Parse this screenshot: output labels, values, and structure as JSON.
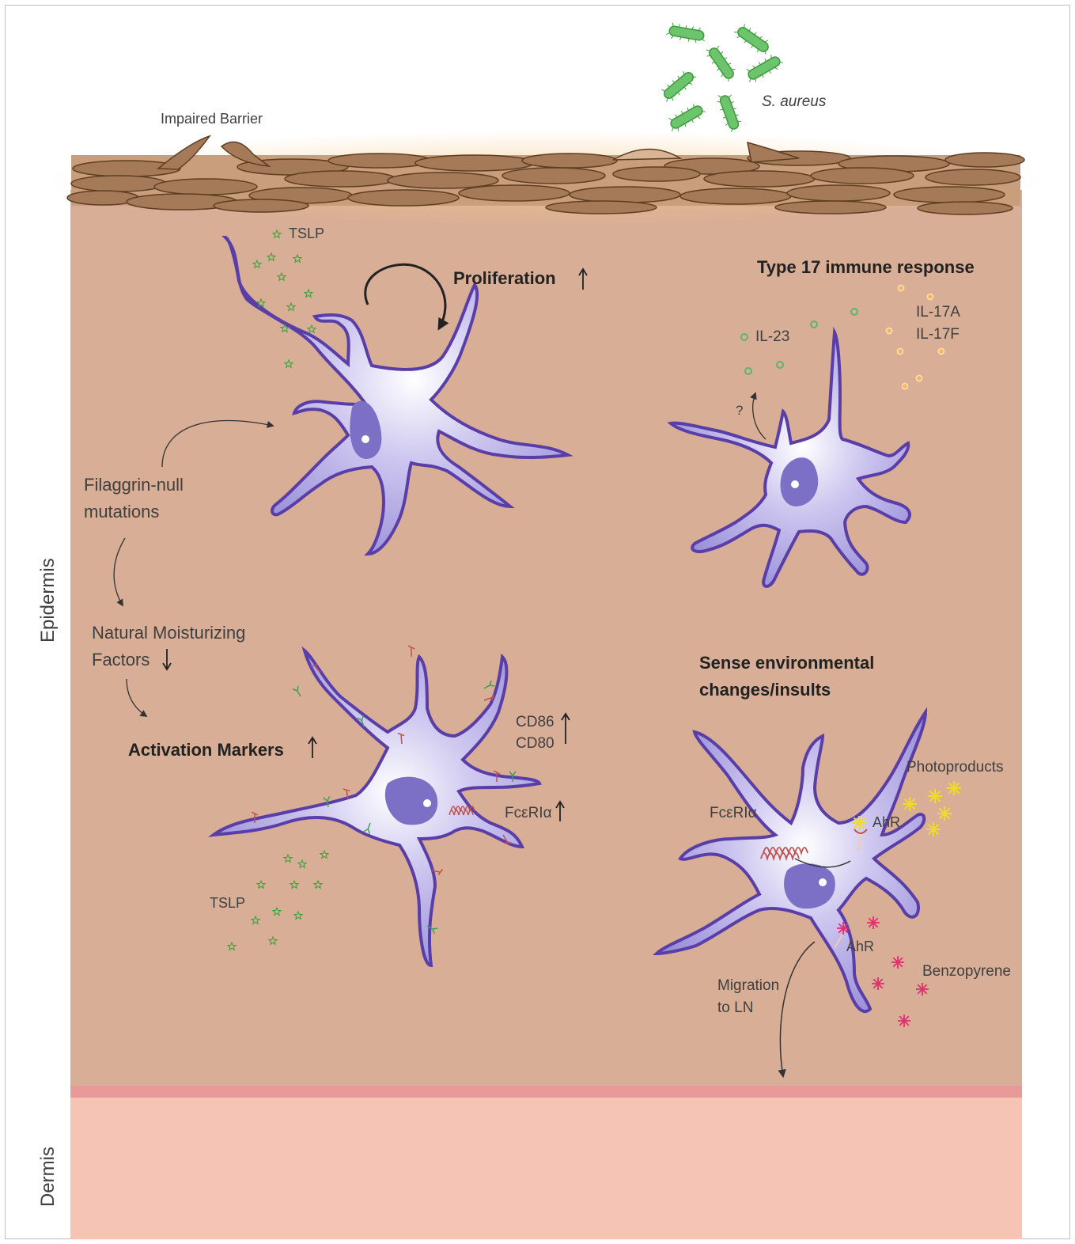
{
  "layers": {
    "epidermis": "Epidermis",
    "dermis": "Dermis"
  },
  "labels": {
    "impaired_barrier": "Impaired Barrier",
    "s_aureus": "S. aureus",
    "tslp_top": "TSLP",
    "proliferation": "Proliferation",
    "filaggrin_line1": "Filaggrin-null",
    "filaggrin_line2": "mutations",
    "nmf_line1": "Natural Moisturizing",
    "nmf_line2": "Factors",
    "activation_markers": "Activation Markers",
    "cd86": "CD86",
    "cd80": "CD80",
    "fceri_left": "FcεRIα",
    "tslp_bottom": "TSLP",
    "type17": "Type 17 immune response",
    "il23": "IL-23",
    "il17a": "IL-17A",
    "il17f": "IL-17F",
    "question": "?",
    "sense_line1": "Sense environmental",
    "sense_line2": "changes/insults",
    "photoproducts": "Photoproducts",
    "fceri_right": "FcεRIα",
    "ahr_top": "AhR",
    "ahr_bottom": "AhR",
    "benzopyrene": "Benzopyrene",
    "migration_line1": "Migration",
    "migration_line2": "to LN"
  },
  "colors": {
    "epidermis": "#d8ae96",
    "dermis": "#f6c4b4",
    "basement": "#e8999a",
    "corneocyte": "#a47a58",
    "cell_body": "#8b7fd0",
    "cell_outline": "#5a3ea8",
    "tslp": "#3ea43e",
    "il23": "#59b66b",
    "il17": "#f5b060",
    "photoproducts": "#f0dc28",
    "benzopyrene": "#e0306e",
    "bacteria": "#6cc46c"
  }
}
